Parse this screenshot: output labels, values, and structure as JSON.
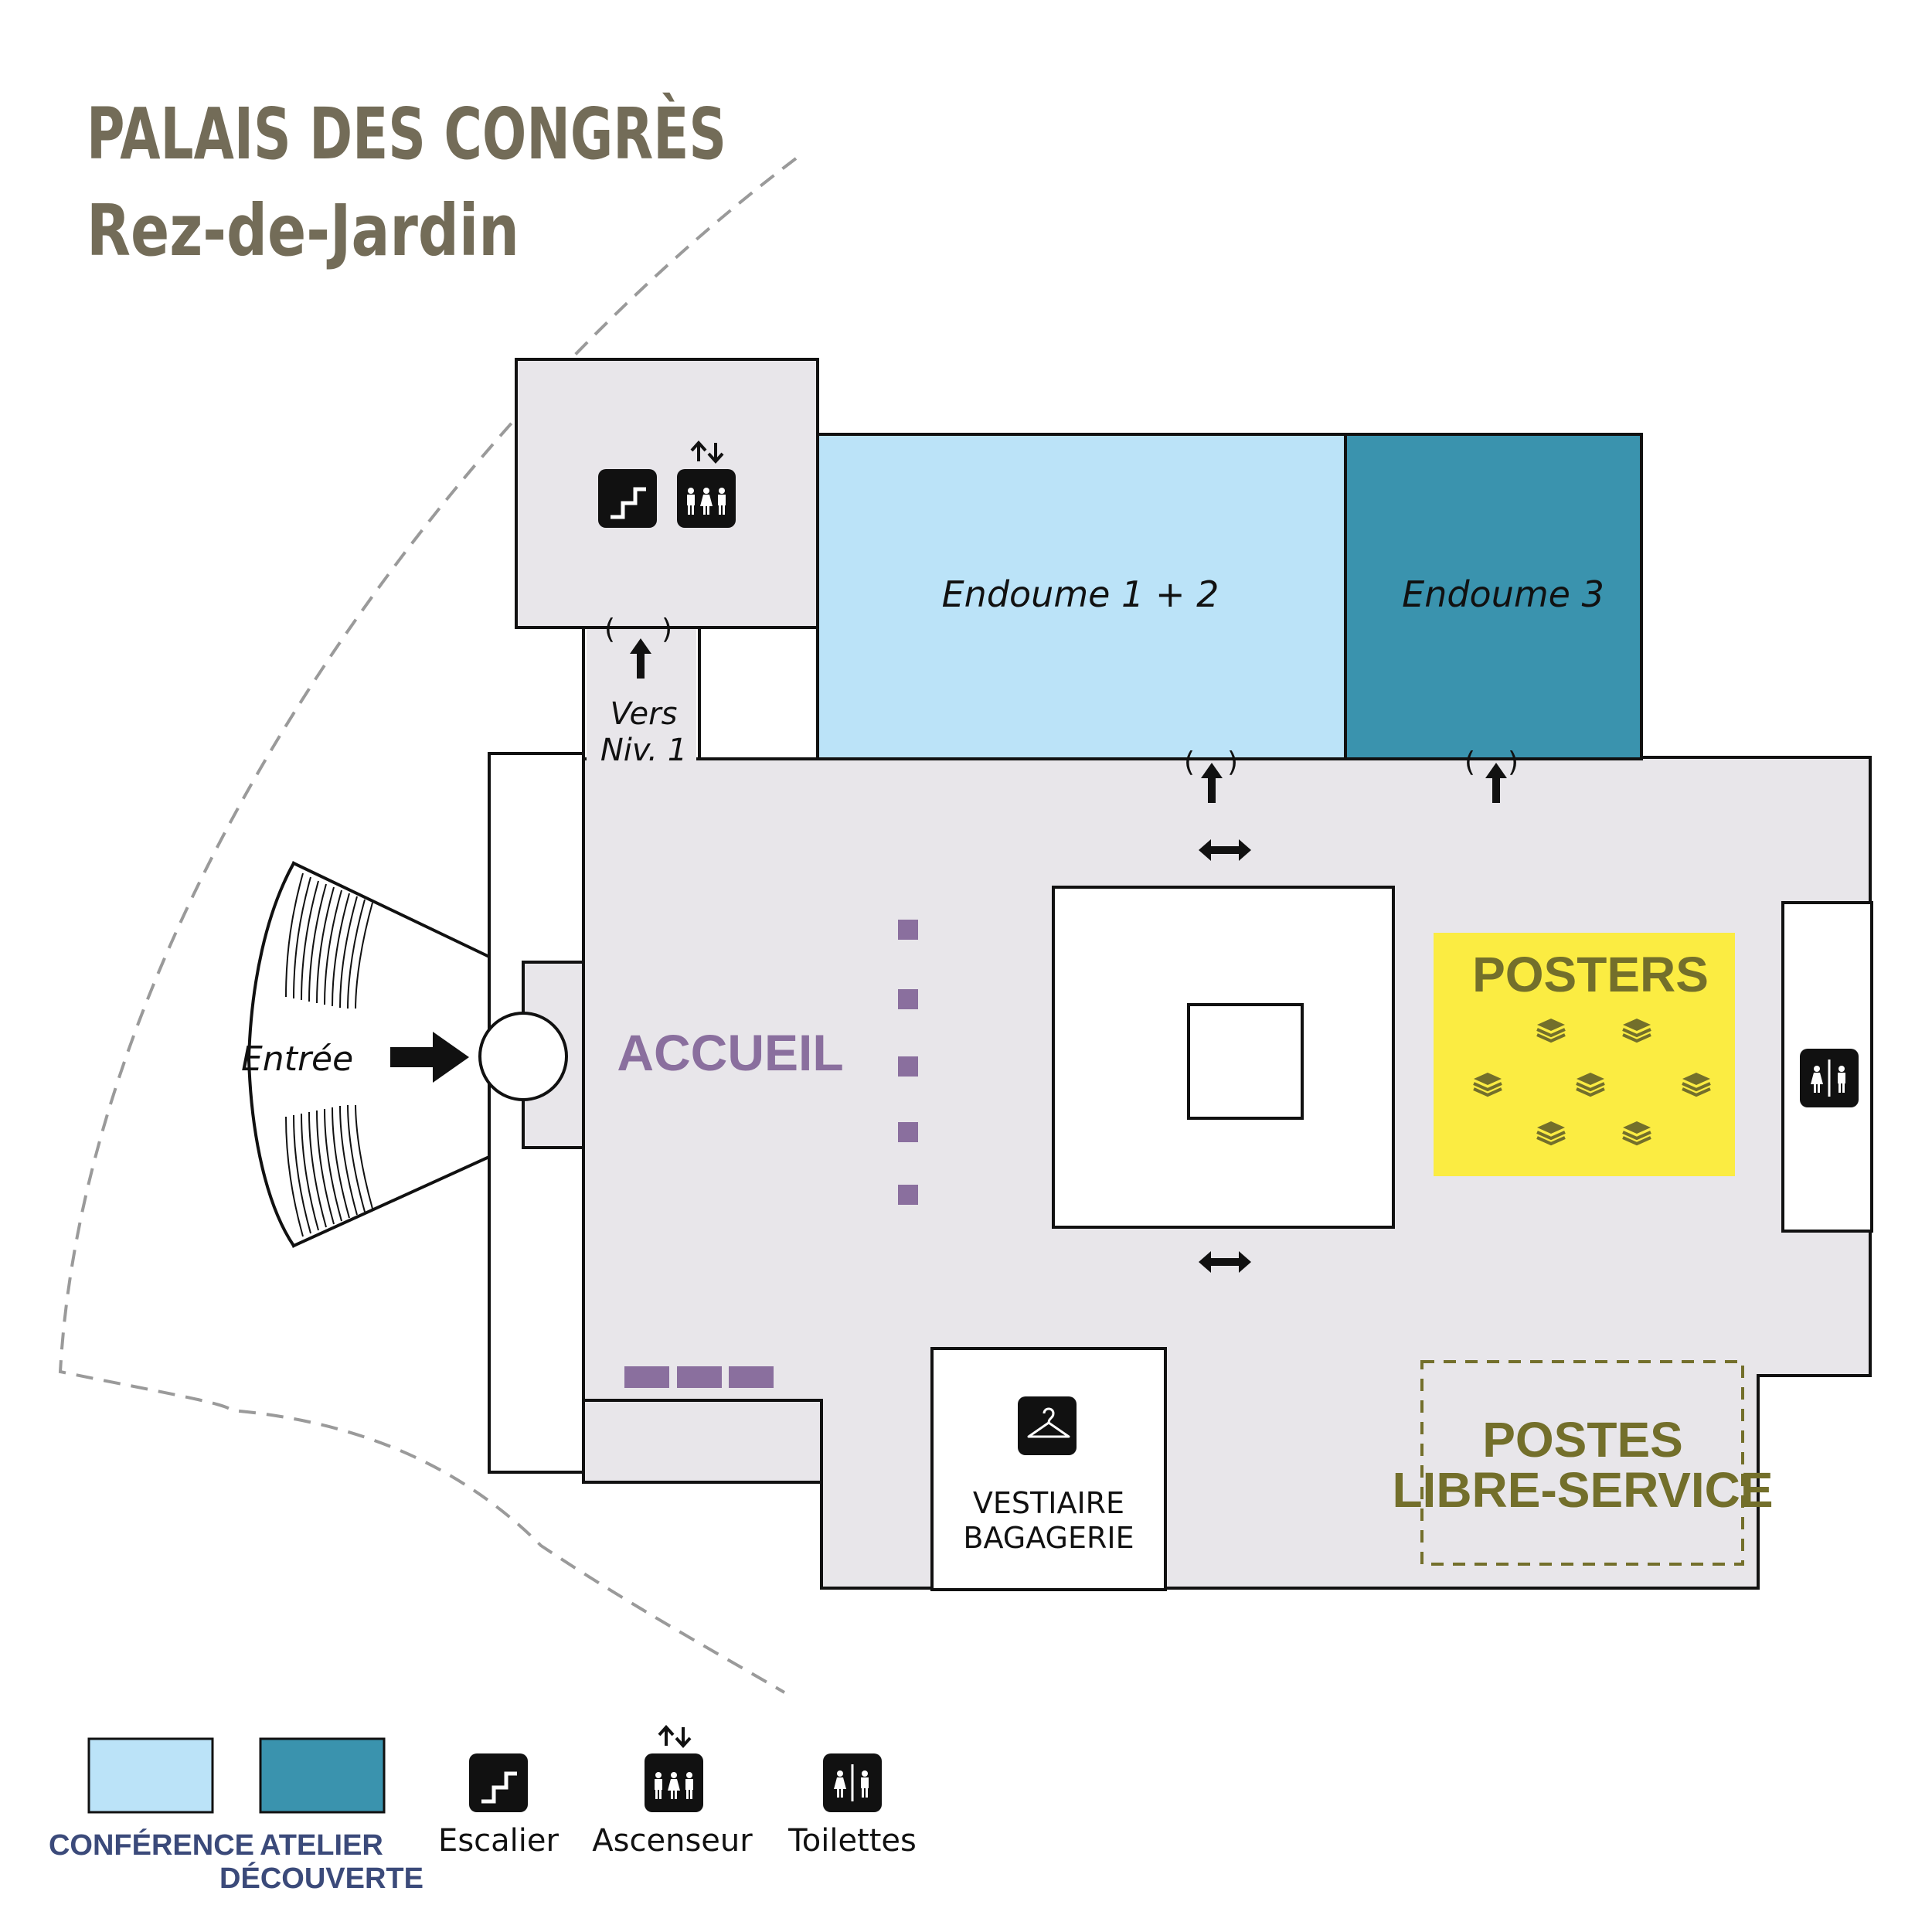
{
  "header": {
    "title": "PALAIS DES CONGRÈS",
    "subtitle": "Rez-de-Jardin"
  },
  "rooms": {
    "endoume_12": "Endoume 1 + 2",
    "endoume_3": "Endoume 3",
    "accueil": "ACCUEIL",
    "posters": "POSTERS",
    "postes_line1": "POSTES",
    "postes_line2": "LIBRE-SERVICE",
    "vestiaire_line1": "VESTIAIRE",
    "vestiaire_line2": "BAGAGERIE",
    "vers_line1": "Vers",
    "vers_line2": "Niv. 1",
    "entree": "Entrée"
  },
  "legend": {
    "conference": "CONFÉRENCE",
    "atelier_line1": "ATELIER",
    "atelier_line2": "DÉCOUVERTE",
    "escalier": "Escalier",
    "ascenseur": "Ascenseur",
    "toilettes": "Toilettes"
  },
  "colors": {
    "conference": "#bbe3f8",
    "atelier": "#3a93ae",
    "floor": "#e8e6ea",
    "posters": "#fbec42",
    "accent_olive": "#736f2b",
    "accent_purple": "#8a6f9e",
    "title": "#736c58",
    "legend_text": "#3b4a7a"
  },
  "icons": [
    "stairs-icon",
    "elevator-icon",
    "restroom-icon",
    "coat-hanger-icon",
    "poster-stack-icon",
    "entry-arrow-icon",
    "double-arrow-icon",
    "up-arrow-icon"
  ]
}
